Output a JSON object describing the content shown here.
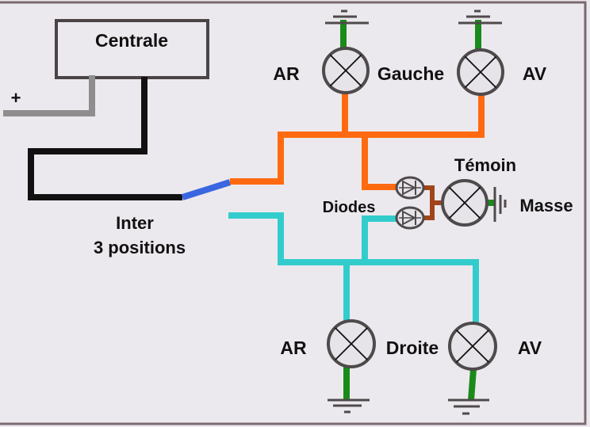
{
  "title": "Schéma clignotants avec centrale et inter 3 positions",
  "colors": {
    "background": "#ece9ee",
    "frame": "#7a6a6e",
    "box_border": "#4a4446",
    "wire_plus": "#8e8e8e",
    "wire_black": "#111111",
    "switch_blade": "#3a66e0",
    "wire_left": "#ff6a10",
    "wire_right": "#33cccc",
    "ground_wire": "#1a8a1a",
    "diode_link": "#a0441a",
    "lamp_outline": "#4f4a4b",
    "lamp_fill": "#e6e4e8"
  },
  "labels": {
    "centrale": "Centrale",
    "plus": "+",
    "inter_line1": "Inter",
    "inter_line2": "3 positions",
    "gauche_ar": "AR",
    "gauche": "Gauche",
    "gauche_av": "AV",
    "temoin": "Témoin",
    "diodes": "Diodes",
    "masse": "Masse",
    "droite_ar": "AR",
    "droite": "Droite",
    "droite_av": "AV"
  },
  "components": [
    {
      "id": "centrale",
      "type": "module",
      "label": "Centrale"
    },
    {
      "id": "inter",
      "type": "switch",
      "positions": 3
    },
    {
      "id": "lamp-gauche-ar",
      "type": "lamp",
      "side": "Gauche",
      "position": "AR"
    },
    {
      "id": "lamp-gauche-av",
      "type": "lamp",
      "side": "Gauche",
      "position": "AV"
    },
    {
      "id": "lamp-droite-ar",
      "type": "lamp",
      "side": "Droite",
      "position": "AR"
    },
    {
      "id": "lamp-droite-av",
      "type": "lamp",
      "side": "Droite",
      "position": "AV"
    },
    {
      "id": "lamp-temoin",
      "type": "lamp",
      "label": "Témoin"
    },
    {
      "id": "diode-gauche",
      "type": "diode"
    },
    {
      "id": "diode-droite",
      "type": "diode"
    },
    {
      "id": "masse",
      "type": "ground",
      "label": "Masse"
    }
  ]
}
